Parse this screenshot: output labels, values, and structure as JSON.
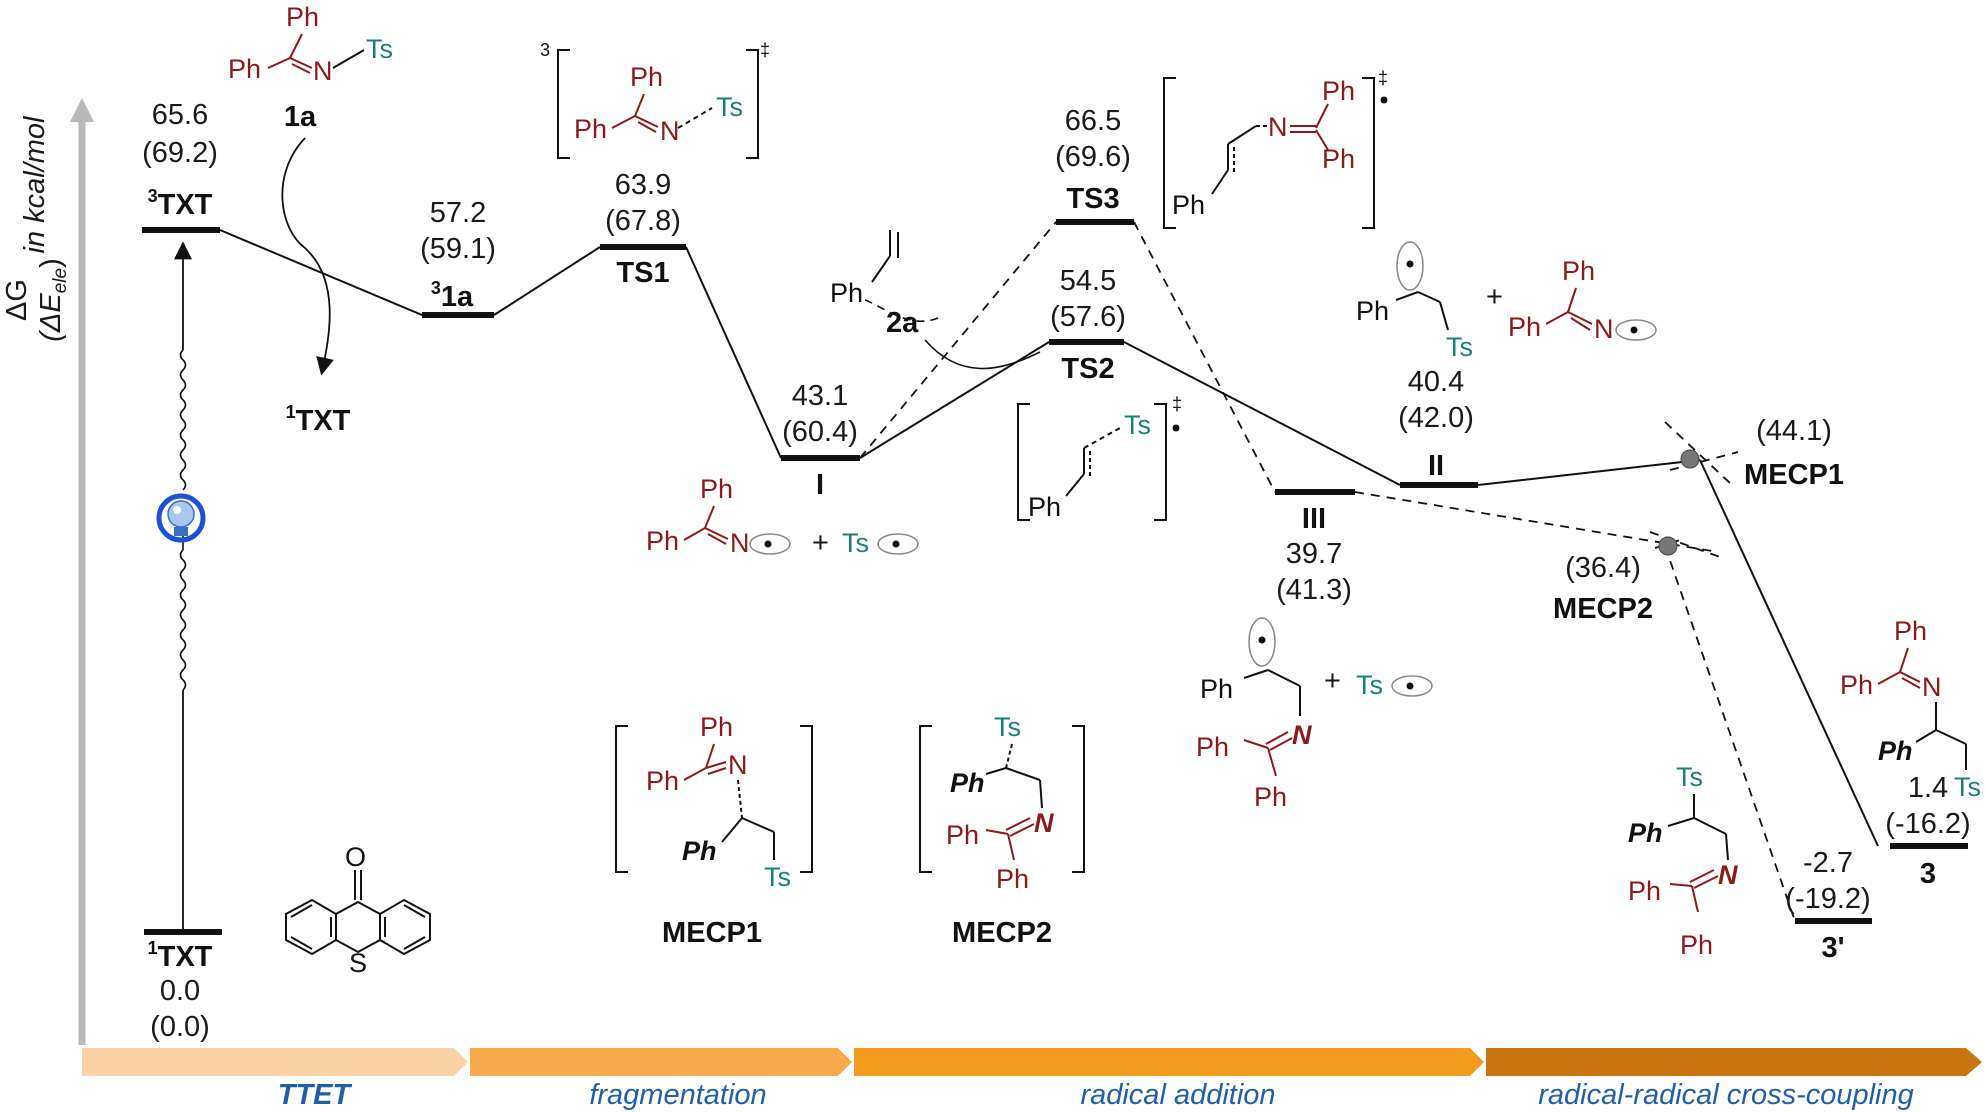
{
  "axis": {
    "label_g": "ΔG",
    "label_e": "(ΔE",
    "label_e_sub": "ele",
    "label_e_close": ")",
    "units": "in kcal/mol"
  },
  "stages": [
    {
      "label": "TTET",
      "color": "#fcd3a6"
    },
    {
      "label": "fragmentation",
      "color": "#f6aa4c"
    },
    {
      "label": "radical addition",
      "color": "#f49a1f"
    },
    {
      "label": "radical-radical cross-coupling",
      "color": "#c87411"
    }
  ],
  "levels": {
    "txt1": {
      "label": "TXT",
      "sup": "1",
      "g": "0.0",
      "e": "(0.0)"
    },
    "txt3": {
      "label": "TXT",
      "sup": "3",
      "g": "65.6",
      "e": "(69.2)"
    },
    "s1a": {
      "label": "1a",
      "sup": "3",
      "g": "57.2",
      "e": "(59.1)"
    },
    "ts1": {
      "label": "TS1",
      "g": "63.9",
      "e": "(67.8)"
    },
    "i": {
      "label": "I",
      "g": "43.1",
      "e": "(60.4)"
    },
    "ts3": {
      "label": "TS3",
      "g": "66.5",
      "e": "(69.6)"
    },
    "ts2": {
      "label": "TS2",
      "g": "54.5",
      "e": "(57.6)"
    },
    "ii": {
      "label": "II",
      "g": "40.4",
      "e": "(42.0)"
    },
    "iii": {
      "label": "III",
      "g": "39.7",
      "e": "(41.3)"
    },
    "mecp1": {
      "label": "MECP1",
      "e": "(44.1)"
    },
    "mecp2": {
      "label": "MECP2",
      "e": "(36.4)"
    },
    "p3p": {
      "label": "3'",
      "g": "-2.7",
      "e": "(-19.2)"
    },
    "p3": {
      "label": "3",
      "g": "1.4",
      "e": "(-16.2)"
    },
    "txt1_side": {
      "label": "TXT",
      "sup": "1"
    }
  },
  "structures": {
    "ph": "Ph",
    "n": "N",
    "ts": "Ts",
    "o": "O",
    "s": "S",
    "compound_1a": "1a",
    "compound_2a": "2a",
    "mult3": "3",
    "ddagger": "‡",
    "plus": "+",
    "mecp1_caption": "MECP1",
    "mecp2_caption": "MECP2"
  },
  "colors": {
    "ph_red": "#8b1a1a",
    "ts_teal": "#1a7f78",
    "stage_text": "#1f5fa8",
    "axis_gray": "#b9b9b9"
  },
  "icons": [
    "lightbulb-icon",
    "radical-orbital-icon"
  ]
}
